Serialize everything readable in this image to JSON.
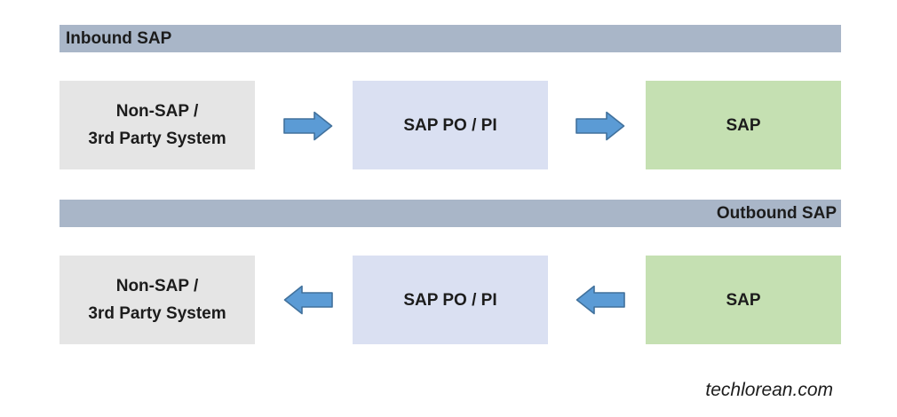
{
  "colors": {
    "page_bg": "#ffffff",
    "bar": "#a9b6c8",
    "box_gray": "#e5e5e5",
    "box_blue": "#dae0f2",
    "box_green": "#c5e0b2",
    "arrow_fill": "#5b9bd5",
    "arrow_stroke": "#41719c",
    "text": "#1c1c1c"
  },
  "sections": [
    {
      "id": "inbound",
      "header": {
        "label": "Inbound SAP",
        "align": "left"
      },
      "flow_direction": "left-to-right",
      "nodes": [
        {
          "line1": "Non-SAP /",
          "line2": "3rd Party System",
          "color_role": "box_gray"
        },
        {
          "label": "SAP PO / PI",
          "color_role": "box_blue"
        },
        {
          "label": "SAP",
          "color_role": "box_green"
        }
      ],
      "arrows": [
        {
          "from": "Non-SAP / 3rd Party System",
          "to": "SAP PO / PI",
          "direction": "right"
        },
        {
          "from": "SAP PO / PI",
          "to": "SAP",
          "direction": "right"
        }
      ]
    },
    {
      "id": "outbound",
      "header": {
        "label": "Outbound SAP",
        "align": "right"
      },
      "flow_direction": "right-to-left",
      "nodes": [
        {
          "line1": "Non-SAP /",
          "line2": "3rd Party System",
          "color_role": "box_gray"
        },
        {
          "label": "SAP PO / PI",
          "color_role": "box_blue"
        },
        {
          "label": "SAP",
          "color_role": "box_green"
        }
      ],
      "arrows": [
        {
          "from": "SAP PO / PI",
          "to": "Non-SAP / 3rd Party System",
          "direction": "left"
        },
        {
          "from": "SAP",
          "to": "SAP PO / PI",
          "direction": "left"
        }
      ]
    }
  ],
  "watermark": {
    "label": "techlorean.com"
  }
}
